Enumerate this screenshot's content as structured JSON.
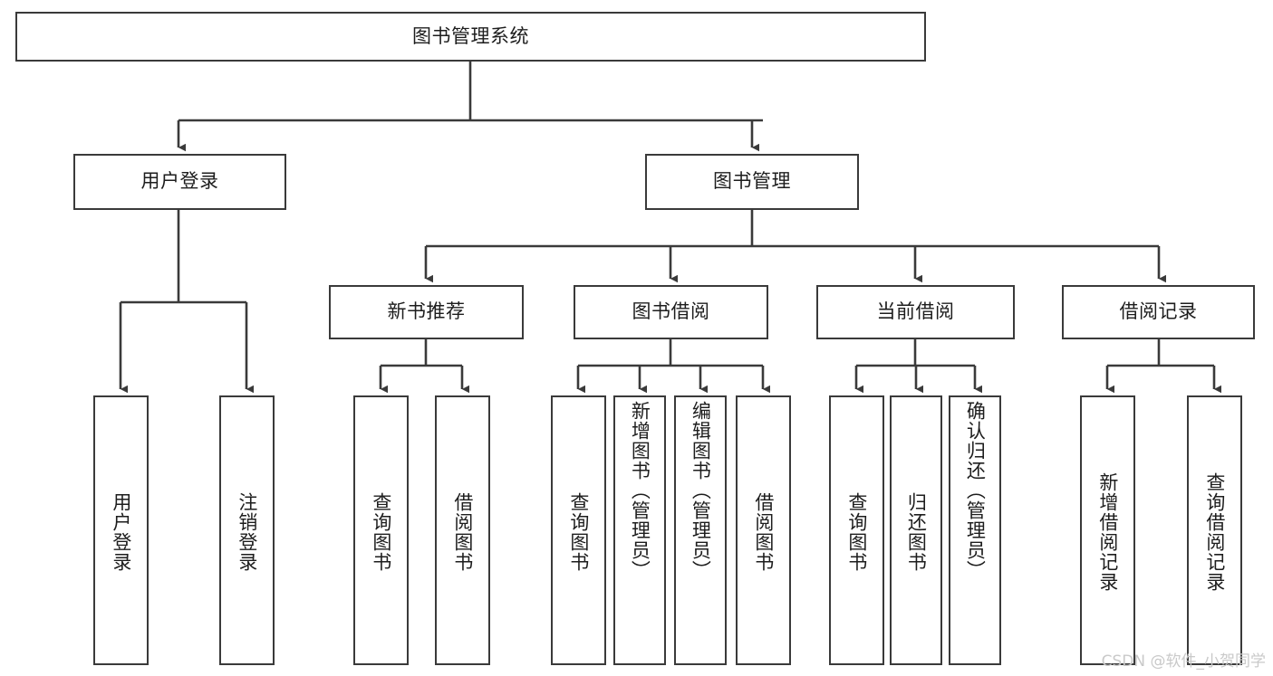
{
  "diagram": {
    "title": "图书管理系统",
    "type": "tree-hierarchy",
    "stroke_color": "#3a3a3a",
    "text_color": "#1d1d1d",
    "background": "#ffffff",
    "root": {
      "id": "root",
      "label": "图书管理系统"
    },
    "level2": [
      {
        "id": "user-login",
        "label": "用户登录"
      },
      {
        "id": "book-management",
        "label": "图书管理"
      }
    ],
    "level3": [
      {
        "id": "new-book-recommend",
        "label": "新书推荐",
        "parent": "book-management"
      },
      {
        "id": "book-borrow",
        "label": "图书借阅",
        "parent": "book-management"
      },
      {
        "id": "current-borrow",
        "label": "当前借阅",
        "parent": "book-management"
      },
      {
        "id": "borrow-record",
        "label": "借阅记录",
        "parent": "book-management"
      }
    ],
    "leaves": [
      {
        "id": "leaf-user-login",
        "label": "用户登录",
        "parent": "user-login"
      },
      {
        "id": "leaf-logout",
        "label": "注销登录",
        "parent": "user-login"
      },
      {
        "id": "leaf-query-book-1",
        "label": "查询图书",
        "parent": "new-book-recommend"
      },
      {
        "id": "leaf-borrow-book-1",
        "label": "借阅图书",
        "parent": "new-book-recommend"
      },
      {
        "id": "leaf-query-book-2",
        "label": "查询图书",
        "parent": "book-borrow"
      },
      {
        "id": "leaf-add-book",
        "label": "新增图书（管理员）",
        "parent": "book-borrow"
      },
      {
        "id": "leaf-edit-book",
        "label": "编辑图书（管理员）",
        "parent": "book-borrow"
      },
      {
        "id": "leaf-borrow-book-2",
        "label": "借阅图书",
        "parent": "book-borrow"
      },
      {
        "id": "leaf-query-book-3",
        "label": "查询图书",
        "parent": "current-borrow"
      },
      {
        "id": "leaf-return-book",
        "label": "归还图书",
        "parent": "current-borrow"
      },
      {
        "id": "leaf-confirm-return",
        "label": "确认归还（管理员）",
        "parent": "current-borrow"
      },
      {
        "id": "leaf-add-record",
        "label": "新增借阅记录",
        "parent": "borrow-record"
      },
      {
        "id": "leaf-query-record",
        "label": "查询借阅记录",
        "parent": "borrow-record"
      }
    ]
  },
  "watermark": {
    "text": "CSDN @软件_小贺同学"
  }
}
